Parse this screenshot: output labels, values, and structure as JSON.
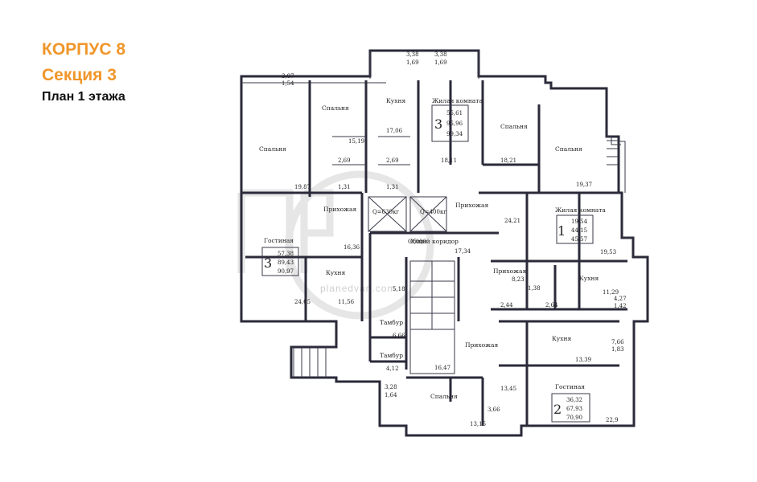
{
  "header": {
    "building": "КОРПУС 8",
    "section": "Секция 3",
    "plan": "План 1 этажа",
    "accent_color": "#f0962a"
  },
  "watermark": "planedvan.com",
  "rooms": {
    "bed_tl": "Спальня",
    "bed_tl2": "Спальня",
    "kitchen_t": "Кухня",
    "living_t": "Жилая комната",
    "bed_tr1": "Спальня",
    "bed_tr2": "Спальня",
    "hall_l": "Прихожая",
    "hall_c": "Прихожая",
    "living_r": "Жилая комната",
    "guest_l": "Гостиная",
    "kitchen_l": "Кухня",
    "corridor": "Общий коридор",
    "hall_r": "Прихожая",
    "kitchen_r": "Кухня",
    "tambur1": "Тамбур",
    "tambur2": "Тамбур",
    "hall_b": "Прихожая",
    "kitchen_br": "Кухня",
    "bed_b": "Спальня",
    "guest_r": "Гостиная",
    "q1": "Q=630кг",
    "q2": "Q=400кг"
  },
  "areas": {
    "a1": "3,07",
    "a2": "1,54",
    "a3": "3,38",
    "a4": "1,69",
    "a5": "3,38",
    "a6": "1,69",
    "a7": "15,19",
    "a8": "17,06",
    "a9": "18,11",
    "a10": "18,21",
    "a11": "19,87",
    "a12": "2,69",
    "a13": "2,69",
    "a14": "1,31",
    "a15": "1,31",
    "a16": "19,37",
    "a17": "24,21",
    "a18": "19,53",
    "a19": "16,36",
    "a20": "17,34",
    "a21": "24,05",
    "a22": "11,56",
    "a23": "5,18",
    "a24": "8,23",
    "a25": "1,38",
    "a26": "2,44",
    "a27": "2,64",
    "a28": "11,29",
    "a29": "4,27",
    "a30": "1,42",
    "a31": "6,66",
    "a32": "7,66",
    "a33": "1,83",
    "a34": "4,12",
    "a35": "16,47",
    "a36": "13,39",
    "a37": "3,28",
    "a38": "1,64",
    "a39": "13,45",
    "a40": "3,66",
    "a41": "13,15",
    "a42": "22,9",
    "a43": "0,000"
  },
  "apartments": [
    {
      "rooms": "3",
      "v1": "55,61",
      "v2": "95,96",
      "v3": "99,34"
    },
    {
      "rooms": "3",
      "v1": "57,38",
      "v2": "89,43",
      "v3": "90,97"
    },
    {
      "rooms": "1",
      "v1": "19,54",
      "v2": "44,15",
      "v3": "45,57"
    },
    {
      "rooms": "2",
      "v1": "36,32",
      "v2": "67,93",
      "v3": "70,90"
    }
  ]
}
